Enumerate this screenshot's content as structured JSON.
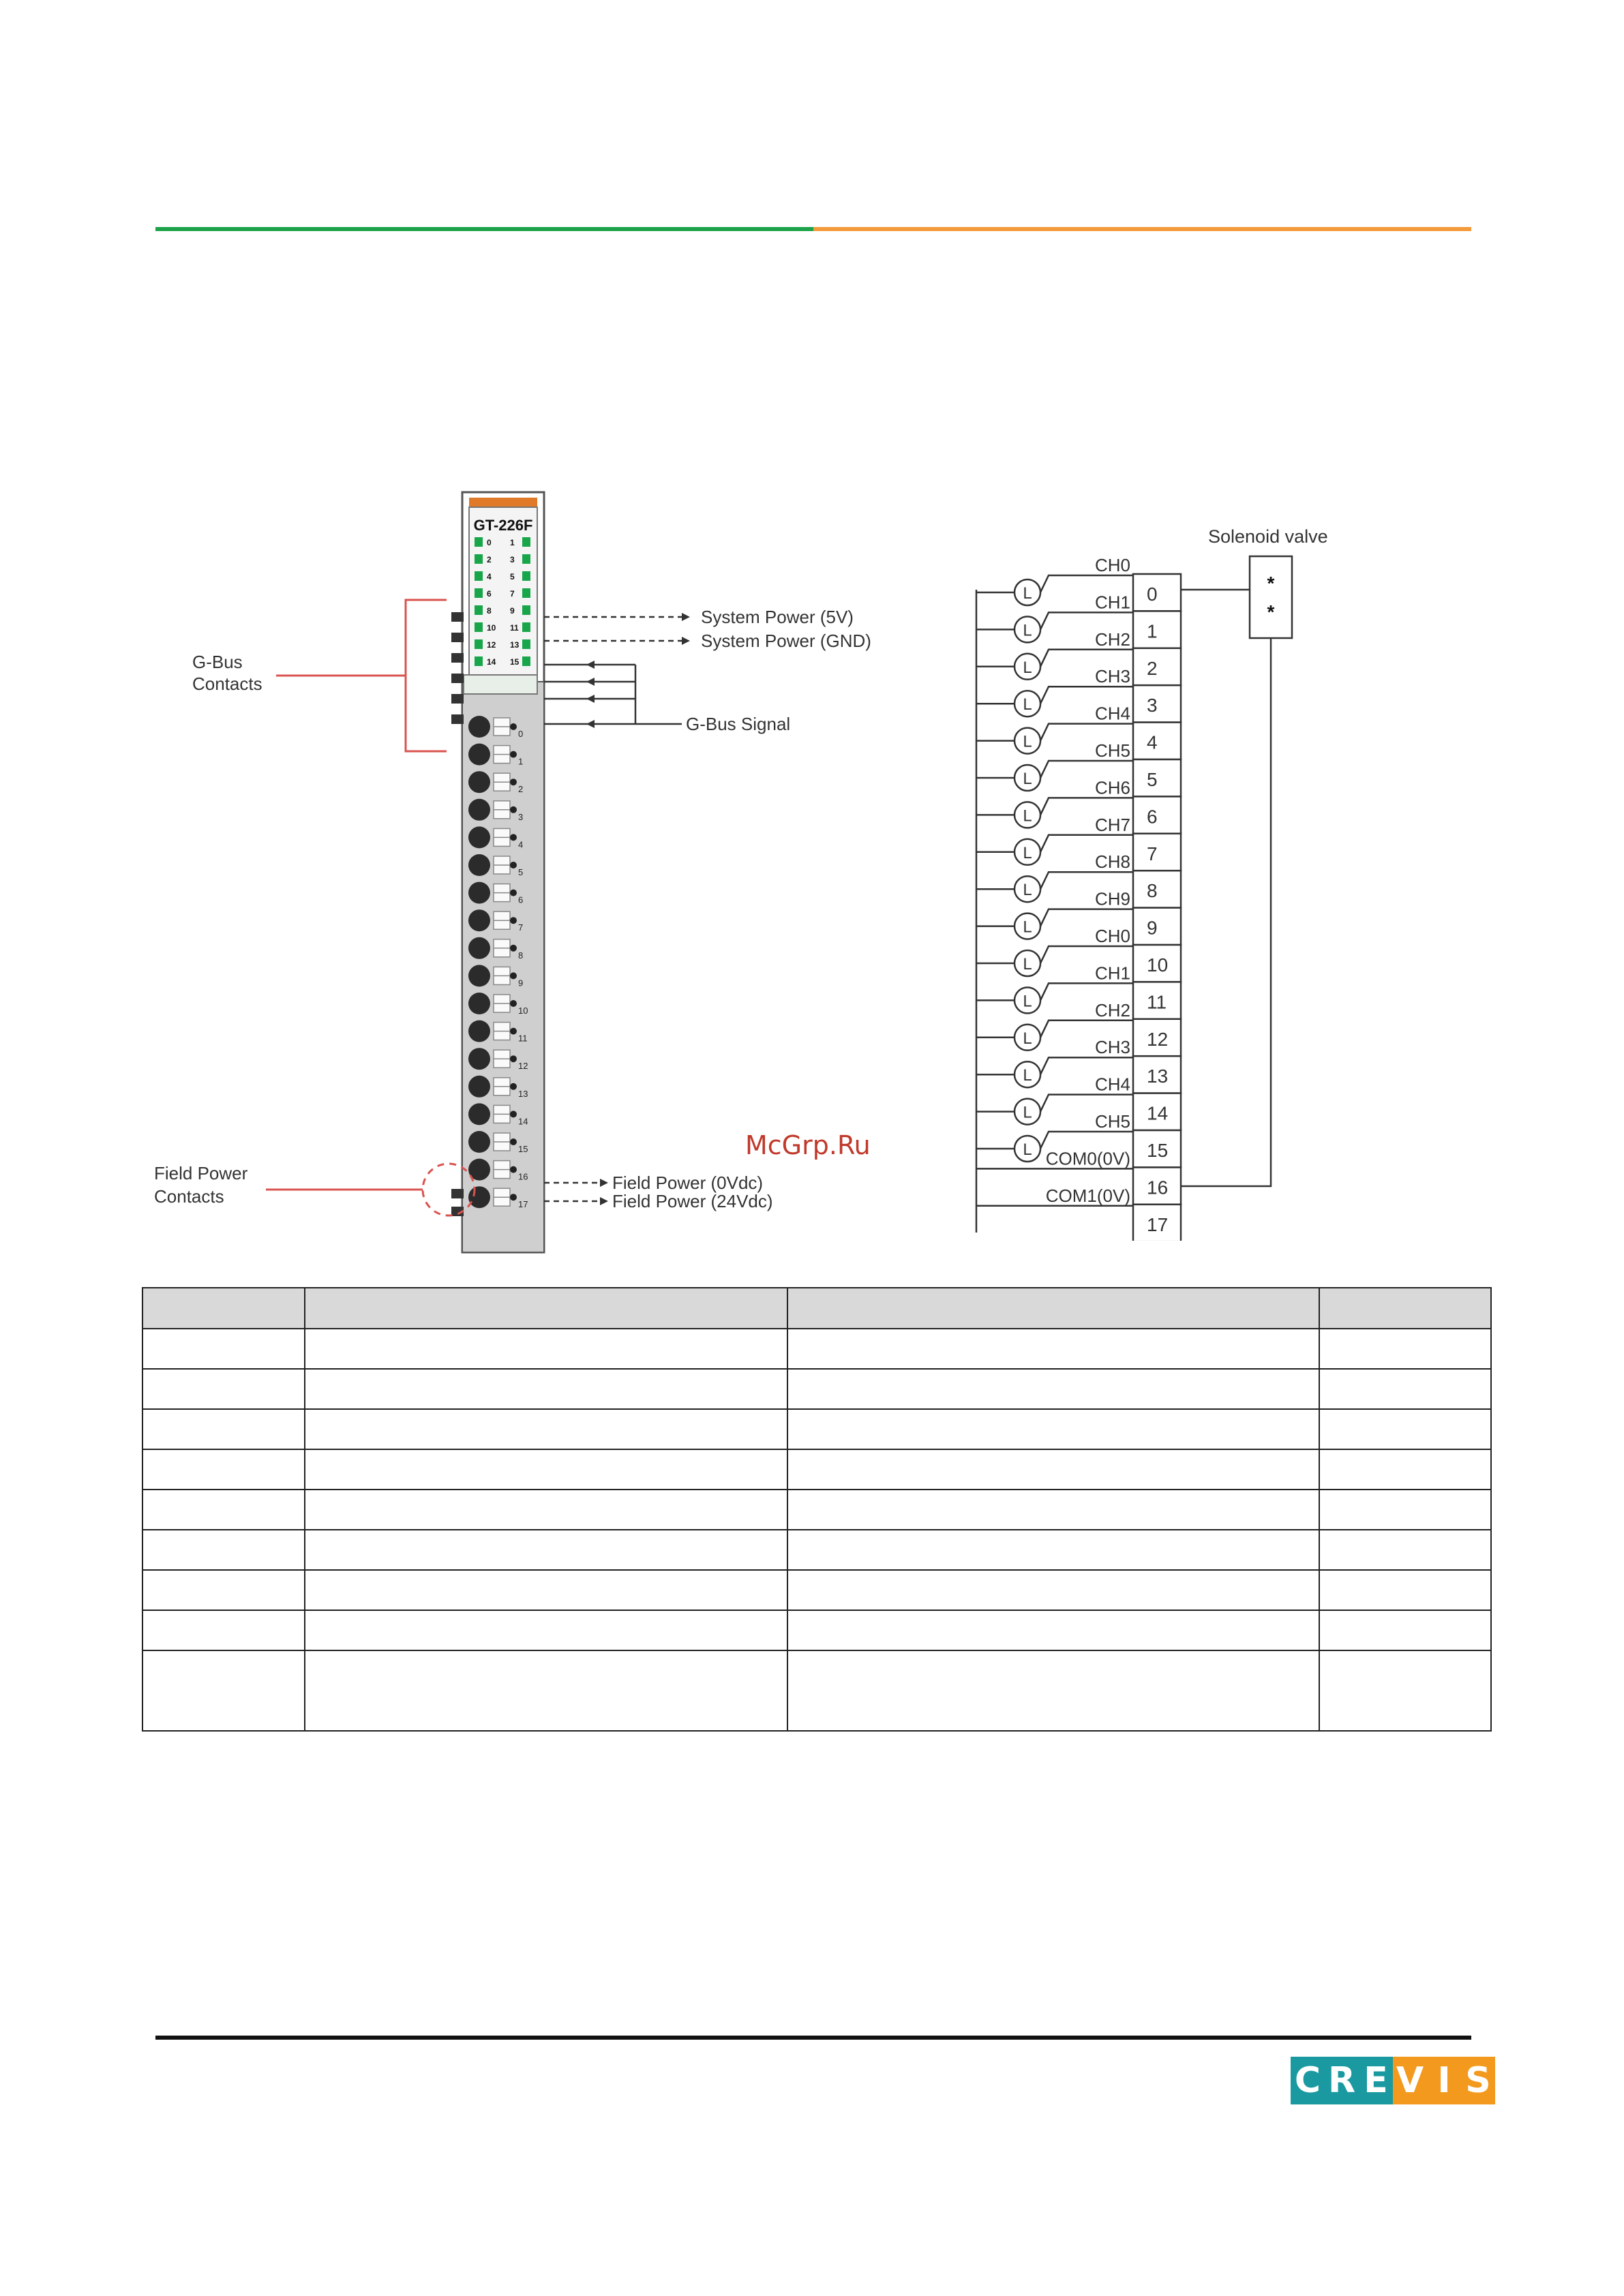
{
  "module": {
    "model": "GT-226F",
    "led_labels_left": [
      "0",
      "2",
      "4",
      "6",
      "8",
      "10",
      "12",
      "14"
    ],
    "led_labels_right": [
      "1",
      "3",
      "5",
      "7",
      "9",
      "11",
      "13",
      "15"
    ],
    "terminal_numbers": [
      "0",
      "1",
      "2",
      "3",
      "4",
      "5",
      "6",
      "7",
      "8",
      "9",
      "10",
      "11",
      "12",
      "13",
      "14",
      "15",
      "16",
      "17"
    ],
    "callouts": {
      "gbus_contacts_line1": "G-Bus",
      "gbus_contacts_line2": "Contacts",
      "system_power_5v": "System Power (5V)",
      "system_power_gnd": "System Power (GND)",
      "gbus_signal": "G-Bus Signal",
      "field_power_contacts_line1": "Field Power",
      "field_power_contacts_line2": "Contacts",
      "field_power_0v": "Field Power (0Vdc)",
      "field_power_24v": "Field Power (24Vdc)"
    }
  },
  "wiring": {
    "solenoid_label": "Solenoid valve",
    "solenoid_marks": [
      "*",
      "*"
    ],
    "load_symbol": "L",
    "channel_labels": [
      "CH0",
      "CH1",
      "CH2",
      "CH3",
      "CH4",
      "CH5",
      "CH6",
      "CH7",
      "CH8",
      "CH9",
      "CH0",
      "CH1",
      "CH2",
      "CH3",
      "CH4",
      "CH5"
    ],
    "com_labels": [
      "COM0(0V)",
      "COM1(0V)"
    ],
    "terminals": [
      "0",
      "1",
      "2",
      "3",
      "4",
      "5",
      "6",
      "7",
      "8",
      "9",
      "10",
      "11",
      "12",
      "13",
      "14",
      "15",
      "16",
      "17"
    ]
  },
  "watermark": "McGrp.Ru",
  "table": {
    "rows": 9
  },
  "logo": {
    "letters": [
      "C",
      "R",
      "E",
      "V",
      "I",
      "S"
    ],
    "teal": "#1a9aa0",
    "orange": "#f39a1e"
  },
  "colors": {
    "green": "#1da24a",
    "orange": "#f39a3b",
    "led_green": "#19a64b",
    "callout_red": "#d9534f"
  }
}
